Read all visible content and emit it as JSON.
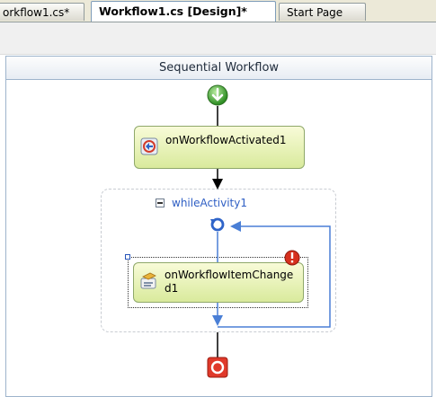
{
  "tabs": [
    {
      "label": "orkflow1.cs*",
      "active": false
    },
    {
      "label": "Workflow1.cs [Design]*",
      "active": true
    },
    {
      "label": "Start Page",
      "active": false
    }
  ],
  "designer": {
    "title": "Sequential Workflow",
    "activities": [
      {
        "label": "onWorkflowActivated1",
        "icon": "event-activity-icon"
      },
      {
        "label": "onWorkflowItemChanged1",
        "icon": "item-changed-activity-icon",
        "has_error": true
      }
    ],
    "while_activity": {
      "label": "whileActivity1",
      "collapse_icon": "collapse-minus-icon",
      "loop_icon": "loop-icon"
    },
    "start_icon": "start-icon",
    "end_icon": "end-icon",
    "error_icon": "error-icon"
  },
  "colors": {
    "activity_fill": "#d9ea9c",
    "connector_blue": "#4a7fd6",
    "start_green": "#4aa83a",
    "end_red": "#e0392a",
    "error_red": "#d6301e"
  }
}
